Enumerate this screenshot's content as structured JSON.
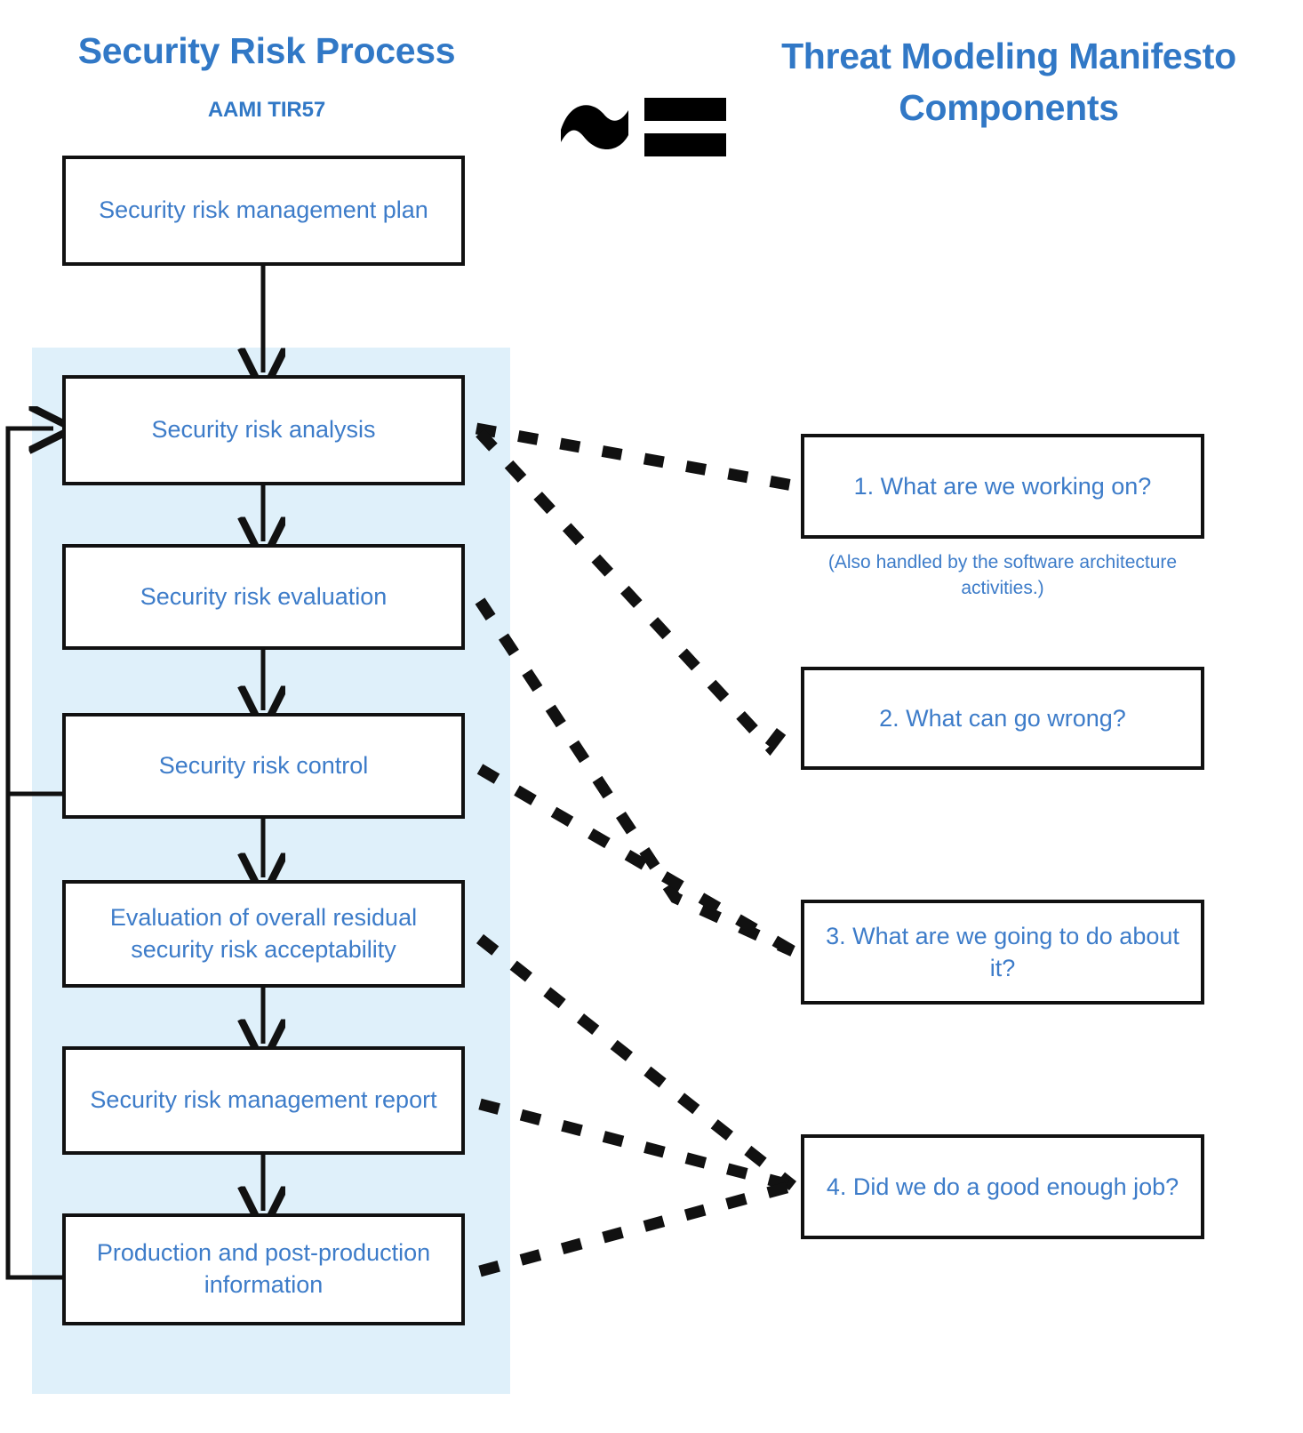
{
  "left_column": {
    "title": "Security Risk Process",
    "subtitle": "AAMI TIR57",
    "nodes": [
      {
        "id": "plan",
        "label": "Security risk management plan"
      },
      {
        "id": "analysis",
        "label": "Security risk analysis"
      },
      {
        "id": "evaluation",
        "label": "Security risk evaluation"
      },
      {
        "id": "control",
        "label": "Security risk control"
      },
      {
        "id": "residual",
        "label": "Evaluation of overall residual security risk acceptability"
      },
      {
        "id": "report",
        "label": "Security risk management report"
      },
      {
        "id": "production",
        "label": "Production and post-production information"
      }
    ]
  },
  "relation_symbol": {
    "name": "approximately-equal-icon",
    "glyph": "≅"
  },
  "right_column": {
    "title": "Threat Modeling Manifesto Components",
    "questions": [
      {
        "id": "q1",
        "label": "1. What are we working on?"
      },
      {
        "id": "q2",
        "label": "2. What can go wrong?"
      },
      {
        "id": "q3",
        "label": "3. What are we going to do about it?"
      },
      {
        "id": "q4",
        "label": "4. Did we do a good enough job?"
      }
    ],
    "note": "(Also handled by the software architecture activities.)"
  },
  "colors": {
    "accent_blue": "#3178c6",
    "text_blue": "#3d7cc9",
    "panel_blue": "#dff0fa",
    "line_black": "#111111"
  },
  "mapping": {
    "description": "Dashed associations between AAMI TIR57 process steps and Threat Modeling Manifesto questions",
    "links": [
      {
        "from": "analysis",
        "to": "q1"
      },
      {
        "from": "analysis",
        "to": "q2"
      },
      {
        "from": "evaluation",
        "to": "q3"
      },
      {
        "from": "control",
        "to": "q3"
      },
      {
        "from": "residual",
        "to": "q4"
      },
      {
        "from": "report",
        "to": "q4"
      },
      {
        "from": "production",
        "to": "q4"
      }
    ],
    "feedback_loops": [
      {
        "from": "control",
        "to": "analysis"
      },
      {
        "from": "production",
        "to": "analysis"
      }
    ]
  }
}
